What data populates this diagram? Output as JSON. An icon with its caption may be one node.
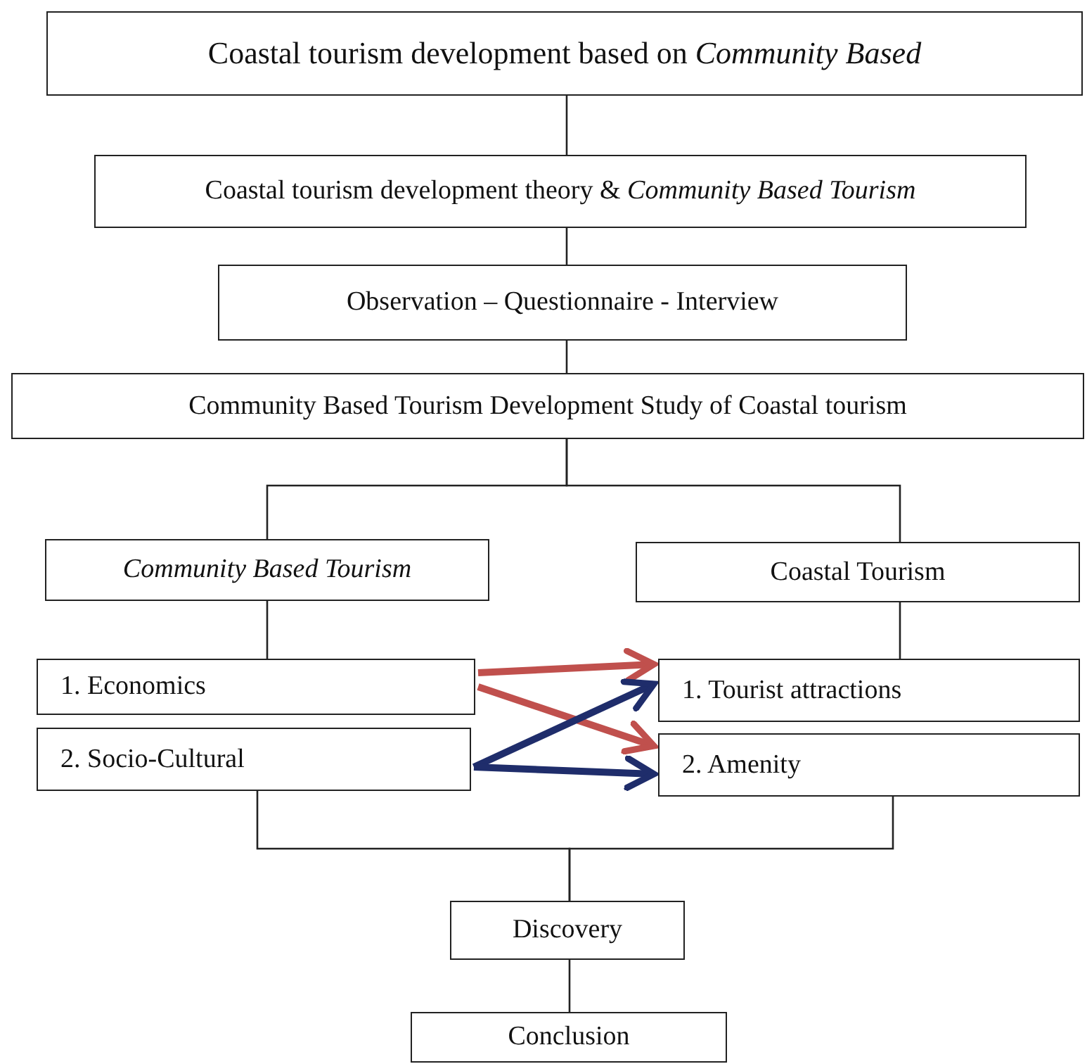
{
  "diagram": {
    "nodes": [
      {
        "text": [
          "Coastal tourism development based on *Community Based*"
        ]
      },
      {
        "text": [
          "Coastal tourism development theory & *Community Based Tourism*"
        ]
      },
      {
        "text": [
          "Observation – Questionnaire - Interview"
        ]
      },
      {
        "text": [
          "Community Based Tourism Development Study of Coastal tourism"
        ]
      },
      {
        "text": [
          "Community Based Tourism"
        ]
      },
      {
        "text": [
          "Coastal Tourism"
        ]
      },
      {
        "text": [
          "1. Economics"
        ]
      },
      {
        "text": [
          "2. Socio-Cultural"
        ]
      },
      {
        "text": [
          "1. Tourist attractions"
        ]
      },
      {
        "text": [
          "2. Amenity"
        ]
      },
      {
        "text": [
          "Discovery"
        ]
      },
      {
        "text": [
          "Conclusion"
        ]
      }
    ],
    "edges": [
      {
        "from": 0,
        "to": 1,
        "arrow": "none"
      },
      {
        "from": 1,
        "to": 2,
        "arrow": "none"
      },
      {
        "from": 2,
        "to": 3,
        "arrow": "none"
      },
      {
        "from": 3,
        "to": 4,
        "arrow": "none"
      },
      {
        "from": 3,
        "to": 5,
        "arrow": "none"
      },
      {
        "from": 4,
        "to": 6,
        "arrow": "none"
      },
      {
        "from": 5,
        "to": 8,
        "arrow": "none"
      },
      {
        "from": 6,
        "to": 8,
        "arrow": "to",
        "style": "thick",
        "color": "#c0504d"
      },
      {
        "from": 6,
        "to": 9,
        "arrow": "to",
        "style": "thick",
        "color": "#c0504d"
      },
      {
        "from": 7,
        "to": 8,
        "arrow": "to",
        "style": "thick",
        "color": "#1f2d6b"
      },
      {
        "from": 7,
        "to": 9,
        "arrow": "to",
        "style": "thick",
        "color": "#1f2d6b"
      },
      {
        "from": 7,
        "to": 10,
        "arrow": "none"
      },
      {
        "from": 9,
        "to": 10,
        "arrow": "none"
      },
      {
        "from": 10,
        "to": 11,
        "arrow": "none"
      }
    ]
  }
}
